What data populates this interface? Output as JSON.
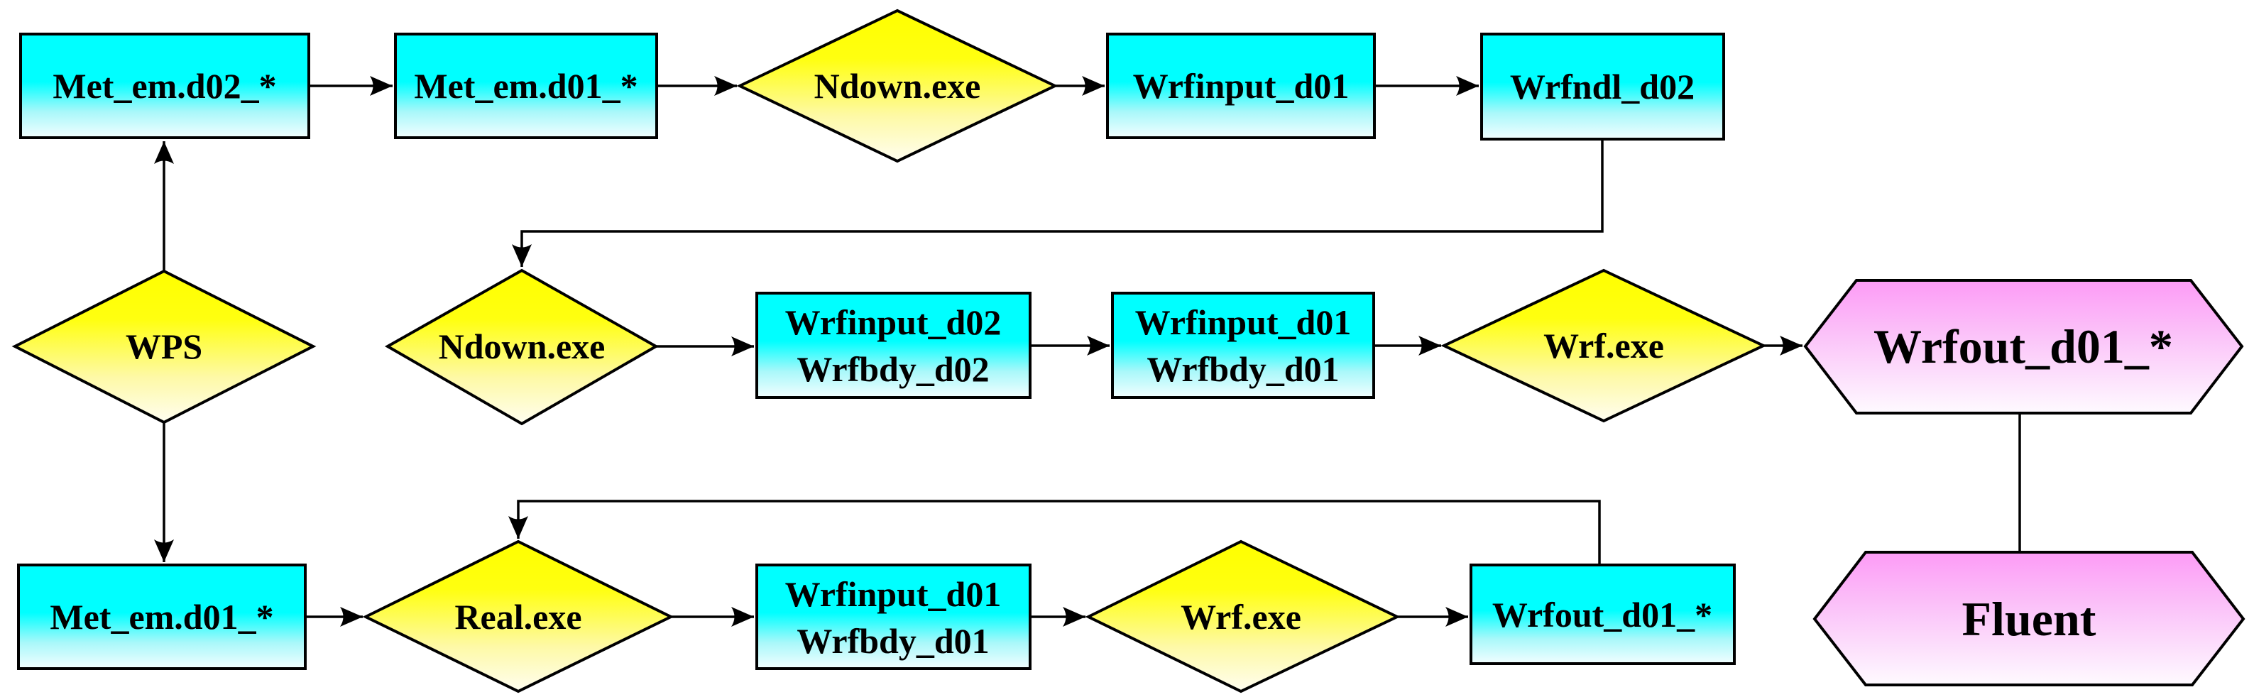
{
  "diagram": {
    "background": "#FFFFFF",
    "nodes": {
      "met_em_d02_top": {
        "label": "Met_em.d02_*",
        "shape": "rectangle",
        "fill": "cyan-gradient"
      },
      "met_em_d01_top": {
        "label": "Met_em.d01_*",
        "shape": "rectangle",
        "fill": "cyan-gradient"
      },
      "ndown_top": {
        "label": "Ndown.exe",
        "shape": "diamond",
        "fill": "yellow-gradient"
      },
      "wrfinput_d01_top": {
        "label": "Wrfinput_d01",
        "shape": "rectangle",
        "fill": "cyan-gradient"
      },
      "wrfndl_d02": {
        "label": "Wrfndl_d02",
        "shape": "rectangle",
        "fill": "cyan-gradient"
      },
      "wps": {
        "label": "WPS",
        "shape": "diamond",
        "fill": "yellow-gradient"
      },
      "ndown_mid": {
        "label": "Ndown.exe",
        "shape": "diamond",
        "fill": "yellow-gradient"
      },
      "wrfinput_d02_pair": {
        "line1": "Wrfinput_d02",
        "line2": "Wrfbdy_d02",
        "shape": "rectangle",
        "fill": "cyan-gradient"
      },
      "wrfinput_d01_pair_mid": {
        "line1": "Wrfinput_d01",
        "line2": "Wrfbdy_d01",
        "shape": "rectangle",
        "fill": "cyan-gradient"
      },
      "wrf_exe_mid": {
        "label": "Wrf.exe",
        "shape": "diamond",
        "fill": "yellow-gradient"
      },
      "wrfout_d01_hexagon": {
        "label": "Wrfout_d01_*",
        "shape": "hexagon",
        "fill": "pink-gradient"
      },
      "met_em_d01_bottom": {
        "label": "Met_em.d01_*",
        "shape": "rectangle",
        "fill": "cyan-gradient"
      },
      "real_exe": {
        "label": "Real.exe",
        "shape": "diamond",
        "fill": "yellow-gradient"
      },
      "wrfinput_d01_pair_bottom": {
        "line1": "Wrfinput_d01",
        "line2": "Wrfbdy_d01",
        "shape": "rectangle",
        "fill": "cyan-gradient"
      },
      "wrf_exe_bottom": {
        "label": "Wrf.exe",
        "shape": "diamond",
        "fill": "yellow-gradient"
      },
      "wrfout_d01_box": {
        "label": "Wrfout_d01_*",
        "shape": "rectangle",
        "fill": "cyan-gradient"
      },
      "fluent_hexagon": {
        "label": "Fluent",
        "shape": "hexagon",
        "fill": "pink-gradient"
      }
    },
    "edges": [
      {
        "from": "met_em_d02_top",
        "to": "met_em_d01_top",
        "arrow": true
      },
      {
        "from": "met_em_d01_top",
        "to": "ndown_top",
        "arrow": true
      },
      {
        "from": "ndown_top",
        "to": "wrfinput_d01_top",
        "arrow": true
      },
      {
        "from": "wrfinput_d01_top",
        "to": "wrfndl_d02",
        "arrow": true
      },
      {
        "from": "wrfndl_d02",
        "to": "ndown_mid",
        "arrow": true,
        "route": "elbow-down-left-down"
      },
      {
        "from": "wps",
        "to": "met_em_d02_top",
        "arrow": true,
        "route": "up"
      },
      {
        "from": "wps",
        "to": "met_em_d01_bottom",
        "arrow": true,
        "route": "down"
      },
      {
        "from": "ndown_mid",
        "to": "wrfinput_d02_pair",
        "arrow": true
      },
      {
        "from": "wrfinput_d02_pair",
        "to": "wrfinput_d01_pair_mid",
        "arrow": true
      },
      {
        "from": "wrfinput_d01_pair_mid",
        "to": "wrf_exe_mid",
        "arrow": true
      },
      {
        "from": "wrf_exe_mid",
        "to": "wrfout_d01_hexagon",
        "arrow": true
      },
      {
        "from": "wrfout_d01_hexagon",
        "to": "fluent_hexagon",
        "arrow": false,
        "route": "down"
      },
      {
        "from": "met_em_d01_bottom",
        "to": "real_exe",
        "arrow": true
      },
      {
        "from": "real_exe",
        "to": "wrfinput_d01_pair_bottom",
        "arrow": true
      },
      {
        "from": "wrfinput_d01_pair_bottom",
        "to": "wrf_exe_bottom",
        "arrow": true
      },
      {
        "from": "wrf_exe_bottom",
        "to": "wrfout_d01_box",
        "arrow": true
      },
      {
        "from": "wrfout_d01_box",
        "to": "real_exe",
        "arrow": true,
        "route": "elbow-up-left-down"
      }
    ],
    "colors": {
      "rect_fill_top": "#00FFFF",
      "diamond_fill_top": "#FFFF00",
      "hexagon_fill_top": "#FC9BF6",
      "gradient_fade_to": "#FFFFFF",
      "stroke": "#000000",
      "text": "#000000",
      "background": "#FFFFFF"
    }
  }
}
